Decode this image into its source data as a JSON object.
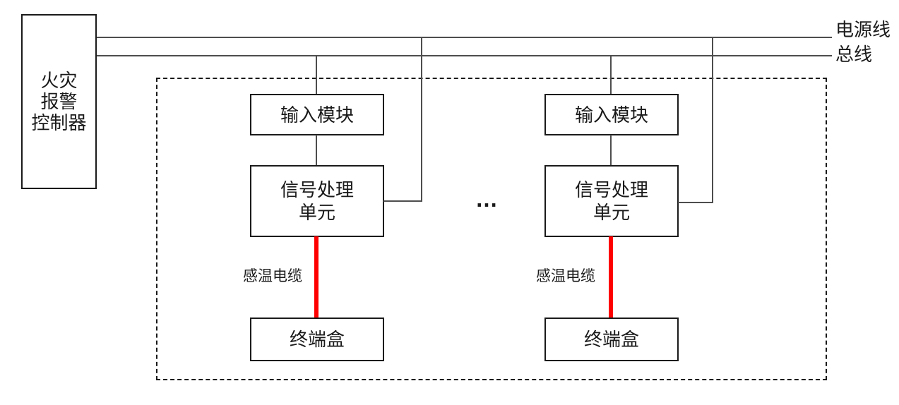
{
  "diagram": {
    "controller": {
      "label_lines": [
        "火灾",
        "报警",
        "控制器"
      ]
    },
    "labels": {
      "power_line": "电源线",
      "bus_line": "总线"
    },
    "channels": [
      {
        "input_module": "输入模块",
        "signal_unit_lines": [
          "信号处理",
          "单元"
        ],
        "cable_label": "感温电缆",
        "terminal_box": "终端盒"
      },
      {
        "input_module": "输入模块",
        "signal_unit_lines": [
          "信号处理",
          "单元"
        ],
        "cable_label": "感温电缆",
        "terminal_box": "终端盒"
      }
    ],
    "ellipsis": "…",
    "colors": {
      "line": "#4d4d4d",
      "box_border": "#1a1a1a",
      "sensing_cable": "#ff0000",
      "text": "#1a1a1a",
      "background": "#ffffff"
    }
  }
}
